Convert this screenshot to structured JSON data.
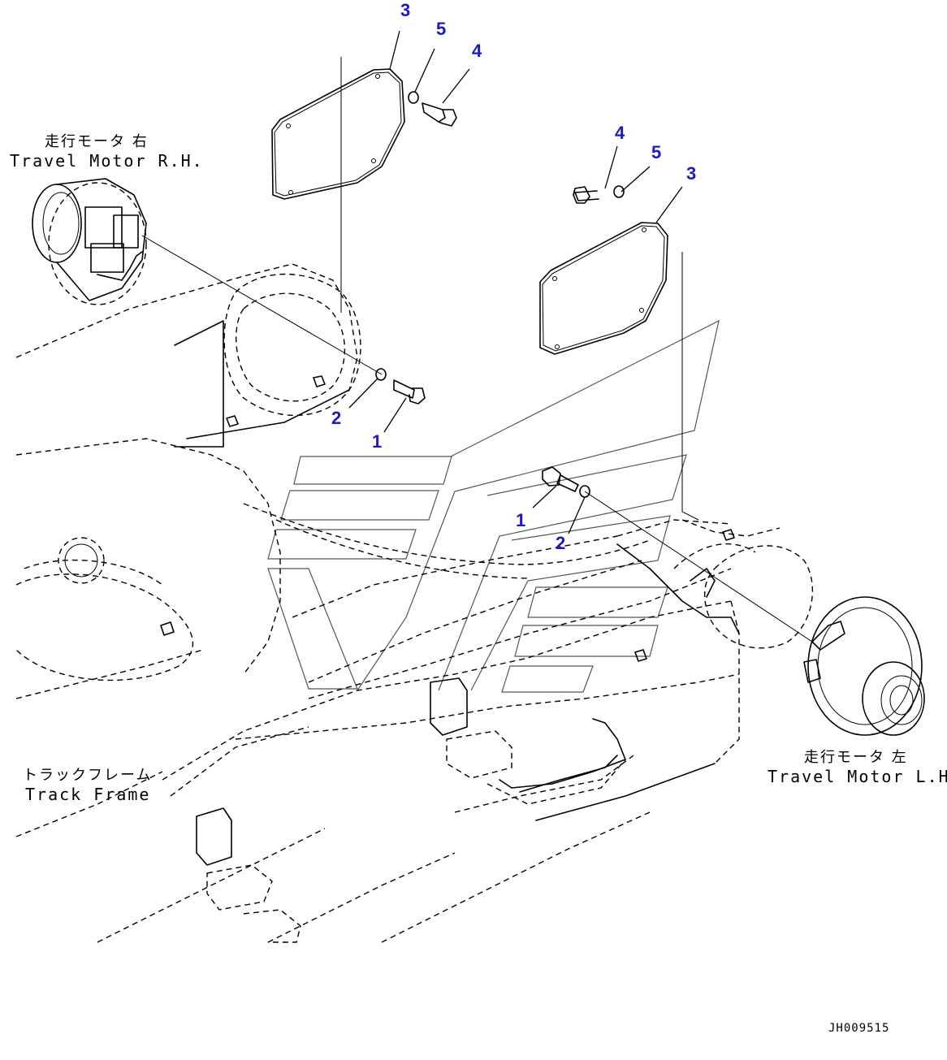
{
  "labels": {
    "motor_rh_jp": "走行モータ 右",
    "motor_rh_en": "Travel Motor R.H.",
    "motor_lh_jp": "走行モータ 左",
    "motor_lh_en": "Travel Motor L.H.",
    "frame_jp": "トラックフレーム",
    "frame_en": "Track Frame"
  },
  "callouts": {
    "c3a": "3",
    "c5a": "5",
    "c4a": "4",
    "c4b": "4",
    "c5b": "5",
    "c3b": "3",
    "c2a": "2",
    "c1a": "1",
    "c1b": "1",
    "c2b": "2"
  },
  "drawing_code": "JH009515",
  "colors": {
    "callout": "#1a1acc",
    "line": "#000000",
    "background": "#ffffff"
  },
  "icons": [
    "travel-motor-rh-icon",
    "travel-motor-lh-icon",
    "cover-plate-icon",
    "bolt-icon",
    "washer-icon",
    "track-frame-icon",
    "watermark-logo-icon"
  ]
}
